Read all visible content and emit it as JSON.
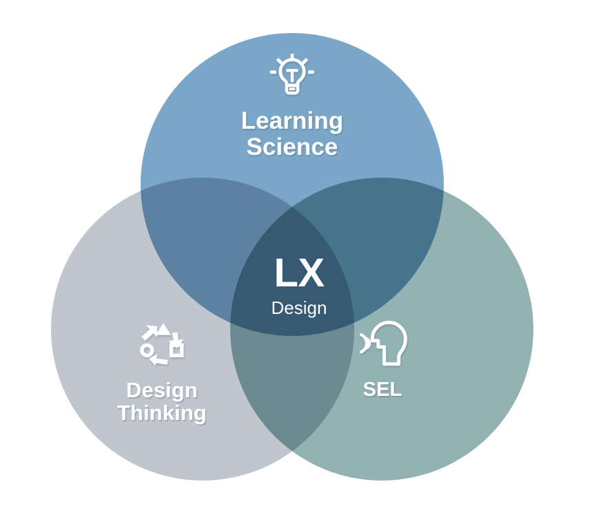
{
  "diagram": {
    "type": "venn-3-circle",
    "center": {
      "primary_label": "LX",
      "secondary_label": "Design"
    },
    "lobes": [
      {
        "id": "learning-science",
        "label": "Learning\nScience",
        "icon": "lightbulb-icon",
        "color": "#7AA6C8",
        "position": "top"
      },
      {
        "id": "design-thinking",
        "label": "Design\nThinking",
        "icon": "design-cycle-icon",
        "color": "#BFC6CE",
        "position": "bottom-left"
      },
      {
        "id": "sel",
        "label": "SEL",
        "icon": "head-profile-speaking-icon",
        "color": "#93B2B4",
        "position": "bottom-right"
      }
    ],
    "overlap_colors": {
      "learning_science_design_thinking": "#6E9BC2",
      "learning_science_sel": "#6696BA",
      "design_thinking_sel": "#879DAA",
      "all_three": "#7E9AAC"
    },
    "background_color": "#FFFFFF",
    "text_color": "#FFFFFF"
  }
}
